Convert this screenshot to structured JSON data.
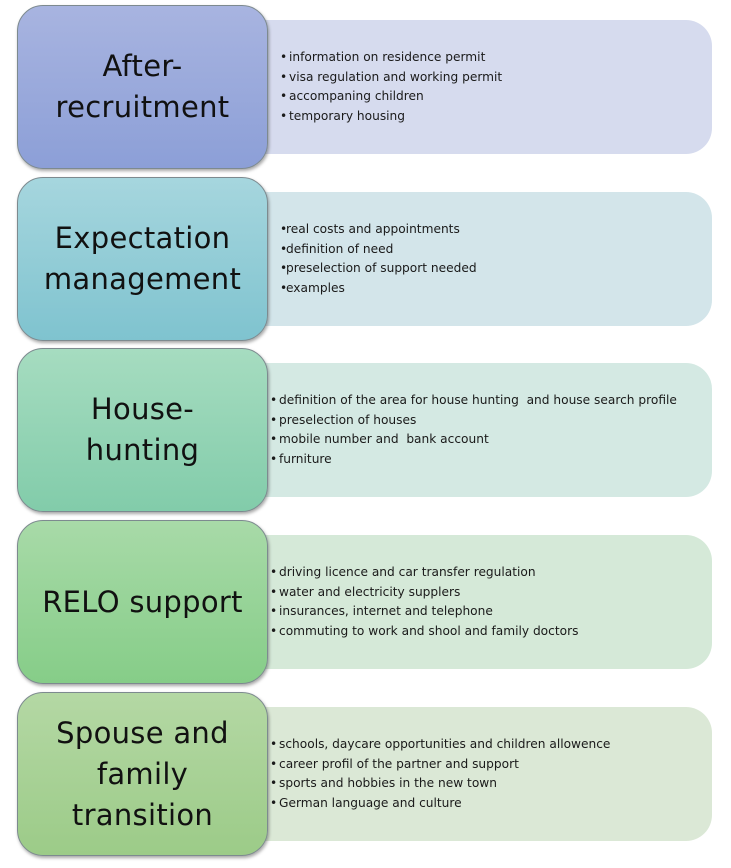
{
  "stages": [
    {
      "title": "After-recruitment",
      "title_lines": [
        "After-",
        "recruitment"
      ],
      "color": "#8c9fd7",
      "items": [
        "information on residence permit",
        "visa regulation and working permit",
        "accompaning children",
        "temporary housing"
      ]
    },
    {
      "title": "Expectation management",
      "title_lines": [
        "Expectation",
        "management"
      ],
      "color": "#7fc3cf",
      "items": [
        "real costs and appointments",
        "definition of need",
        "preselection of support needed",
        "examples"
      ]
    },
    {
      "title": "House-hunting",
      "title_lines": [
        "House-",
        "hunting"
      ],
      "color": "#82ccaa",
      "items": [
        "definition of the area for house hunting  and house search profile",
        "preselection of houses",
        "mobile number and  bank account",
        "furniture"
      ]
    },
    {
      "title": "RELO support",
      "title_lines": [
        "RELO support"
      ],
      "color": "#86cd88",
      "items": [
        "driving licence and car transfer regulation",
        "water and electricity supplers",
        "insurances, internet and telephone",
        "commuting to work and shool and family doctors"
      ]
    },
    {
      "title": "Spouse and family transition",
      "title_lines": [
        "Spouse and",
        "family",
        "transition"
      ],
      "color": "#9ccb88",
      "items": [
        "schools, daycare opportunities and children allowence",
        "career profil of the partner and support",
        "sports and hobbies in the new town",
        "German language and culture"
      ]
    }
  ],
  "bullet": "•"
}
